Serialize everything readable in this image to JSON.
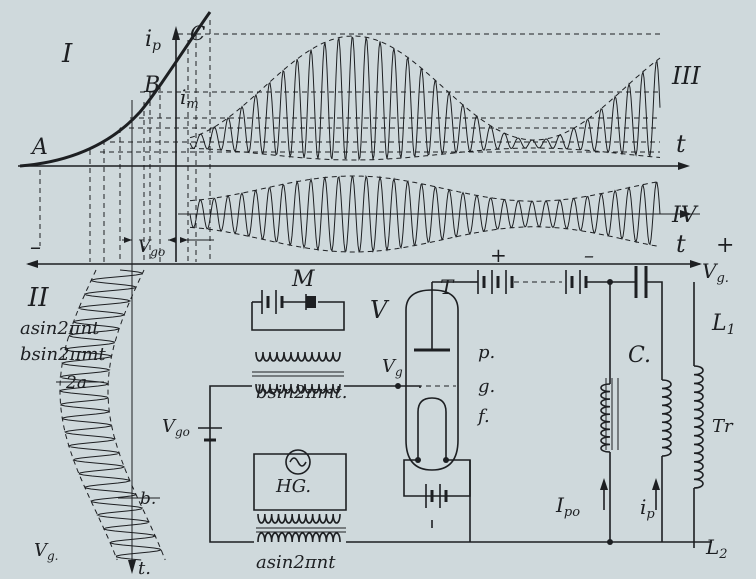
{
  "labels": {
    "region_I": "I",
    "region_II": "II",
    "region_III": "III",
    "region_IV": "IV",
    "region_V": "V",
    "axis_ip": "i",
    "axis_ip_sub": "p",
    "axis_im": "i",
    "axis_im_sub": "m",
    "point_A": "A",
    "point_B": "B",
    "point_C": "C",
    "axis_t_upper": "t",
    "axis_t_lower": "t",
    "plus_right": "+",
    "minus_left": "–",
    "axis_vg_right": "V",
    "axis_vg_right_sub": "g.",
    "vgo_top": "V",
    "vgo_top_sub": "go",
    "vg_bottom": "V",
    "vg_bottom_sub": "g.",
    "t_bottom": "t.",
    "two_a": "2a",
    "b_width": "b.",
    "asin_left": "asin2πnt",
    "bsin_left": "bsin2πmt",
    "M": "M",
    "T": "T",
    "batt_plus": "+",
    "batt_minus": "–",
    "Vg_circ": "V",
    "Vg_circ_sub": "g",
    "p": "p.",
    "g": "g.",
    "f": "f.",
    "C_cap": "C.",
    "L1": "L",
    "L1_sub": "1",
    "L2": "L",
    "L2_sub": "2",
    "Tr": "Tr",
    "bsin_coil": "bsin2πmt.",
    "Vgo_circ": "V",
    "Vgo_circ_sub": "go",
    "HG": "HG.",
    "asin_coil": "asin2πnt",
    "Ipo": "I",
    "Ipo_sub": "po",
    "ip_circ": "i",
    "ip_circ_sub": "p"
  },
  "colors": {
    "ink": "#1d1f22",
    "paper": "#cfd9dc"
  }
}
